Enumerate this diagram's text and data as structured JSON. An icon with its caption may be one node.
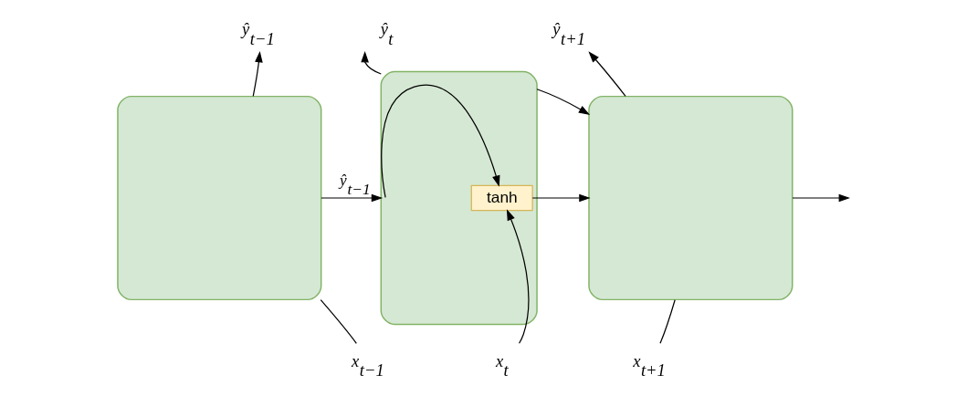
{
  "diagram": {
    "nodes": [
      {
        "text": [
          "ŷ$_{t−1}$"
        ]
      },
      {
        "text": [
          "ŷ$_{t}$"
        ]
      },
      {
        "text": [
          "ŷ$_{t+1}$"
        ]
      },
      {
        "text": [],
        "shape": "box"
      },
      {
        "text": [],
        "shape": "box"
      },
      {
        "text": [
          "tanh"
        ],
        "in": 4
      },
      {
        "text": [],
        "shape": "box"
      },
      {
        "text": [
          "x$_{t−1}$"
        ]
      },
      {
        "text": [
          "x$_{t}$"
        ]
      },
      {
        "text": [
          "x$_{t+1}$"
        ]
      }
    ],
    "edges": [
      {
        "from": 3,
        "to": 0,
        "arrow": "to"
      },
      {
        "from": 4,
        "to": 1,
        "arrow": "to"
      },
      {
        "from": 6,
        "to": 2,
        "arrow": "to"
      },
      {
        "from": 3,
        "to": 4,
        "arrow": "to",
        "label": "ŷ$_{t−1}$"
      },
      {
        "from": 4,
        "to": 6,
        "arrow": "to"
      },
      {
        "from": 4,
        "to": 5,
        "arrow": "to"
      },
      {
        "from": 8,
        "to": 5,
        "arrow": "to"
      },
      {
        "from": 5,
        "to": 6,
        "arrow": "to"
      },
      {
        "from": 7,
        "to": 3,
        "arrow": "none"
      },
      {
        "from": 9,
        "to": 6,
        "arrow": "none"
      },
      {
        "from": 6,
        "to": null,
        "arrow": "to"
      }
    ]
  }
}
